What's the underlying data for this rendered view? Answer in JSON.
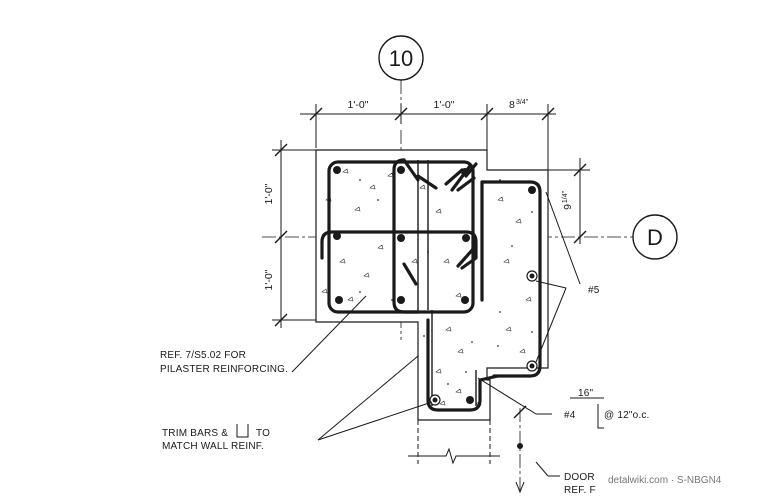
{
  "grid_bubbles": {
    "top": "10",
    "right": "D"
  },
  "dimensions": {
    "top_left": "1'-0\"",
    "top_mid": "1'-0\"",
    "top_right_whole": "8",
    "top_right_frac": "3/4\"",
    "left_upper": "1'-0\"",
    "left_lower": "1'-0\"",
    "right_whole": "9",
    "right_frac": "1/4\"",
    "stirrup_spacing_len": "16\""
  },
  "notes": {
    "ref_line1": "REF. 7/S5.02 FOR",
    "ref_line2": "PILASTER REINFORCING.",
    "trim_line1_a": "TRIM BARS &",
    "trim_line1_b": "TO",
    "trim_line2": "MATCH WALL REINF.",
    "bar_5": "#5",
    "bar_4": "#4",
    "spacing": "@ 12\"o.c.",
    "door_line1": "DOOR",
    "door_line2": "REF. F"
  },
  "watermark": "detalwiki.com · S-NBGN4"
}
